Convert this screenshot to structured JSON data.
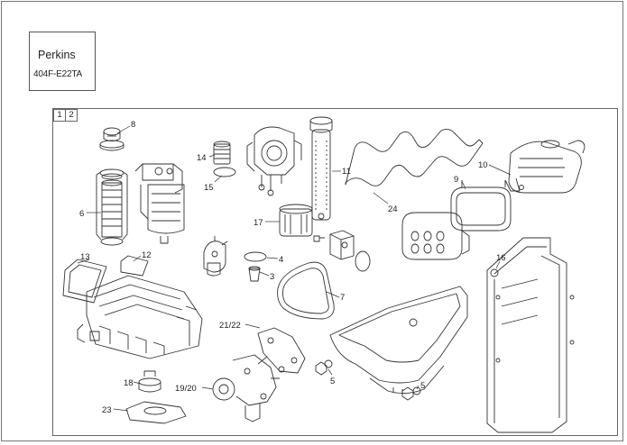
{
  "title_block": {
    "brand": "Perkins",
    "model": "404F-E22TA"
  },
  "page_tabs": [
    "1",
    "2"
  ],
  "callouts": {
    "c8": "8",
    "c6": "6",
    "c14": "14",
    "c15": "15",
    "c11": "11",
    "c9": "9",
    "c10": "10",
    "c24": "24",
    "c17": "17",
    "c13": "13",
    "c12": "12",
    "c4": "4",
    "c3": "3",
    "c7": "7",
    "c16": "16",
    "c21_22": "21/22",
    "c18": "18",
    "c19_20": "19/20",
    "c5a": "5",
    "c5b": "5",
    "c23": "23"
  }
}
